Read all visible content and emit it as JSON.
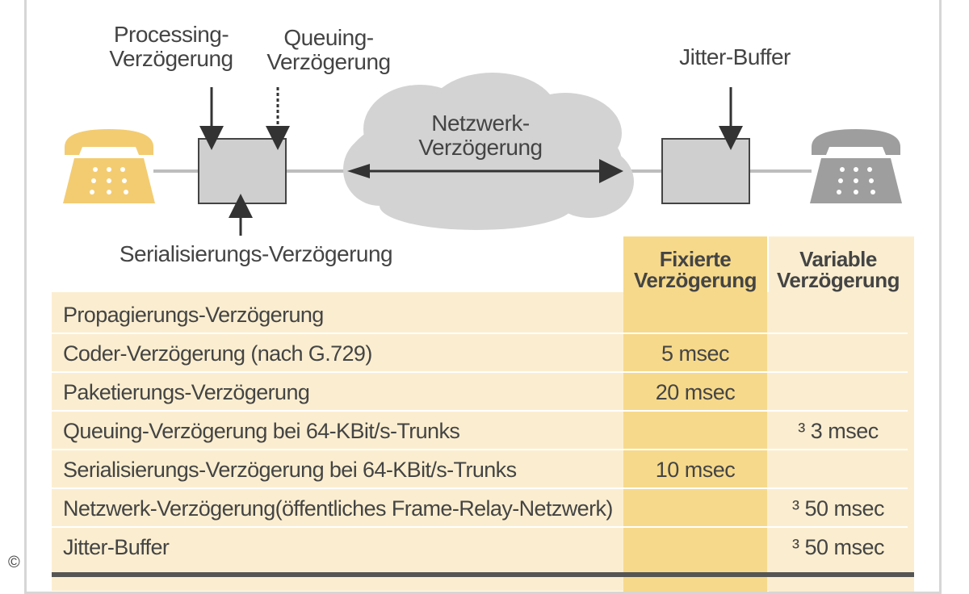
{
  "diagram": {
    "labels": {
      "processing": "Processing-\nVerzögerung",
      "queuing": "Queuing-\nVerzögerung",
      "jitter": "Jitter-Buffer",
      "network": "Netzwerk-\nVerzögerung",
      "serialisierung": "Serialisierungs-Verzögerung"
    },
    "colors": {
      "phone_left": "#f3cc72",
      "phone_right": "#9e9e9e",
      "cloud": "#d3d3d3",
      "box": "#cfcfcf"
    }
  },
  "table": {
    "headers": {
      "fixed": "Fixierte\nVerzögerung",
      "variable": "Variable\nVerzögerung"
    },
    "rows": [
      {
        "label": "Propagierungs-Verzögerung",
        "fixed": "",
        "variable": ""
      },
      {
        "label": "Coder-Verzögerung (nach G.729)",
        "fixed": "5 msec",
        "variable": ""
      },
      {
        "label": "Paketierungs-Verzögerung",
        "fixed": "20 msec",
        "variable": ""
      },
      {
        "label": "Queuing-Verzögerung bei 64-KBit/s-Trunks",
        "fixed": "",
        "variable": "³ 3 msec"
      },
      {
        "label": "Serialisierungs-Verzögerung bei 64-KBit/s-Trunks",
        "fixed": "10 msec",
        "variable": ""
      },
      {
        "label": "Netzwerk-Verzögerung(öffentliches Frame-Relay-Netzwerk)",
        "fixed": "",
        "variable": "³ 50 msec"
      },
      {
        "label": "Jitter-Buffer",
        "fixed": "",
        "variable": "³ 50 msec"
      }
    ],
    "colors": {
      "fixed_col": "#f6d98b",
      "row_bg": "#fbeed0"
    }
  },
  "copyright": "©"
}
